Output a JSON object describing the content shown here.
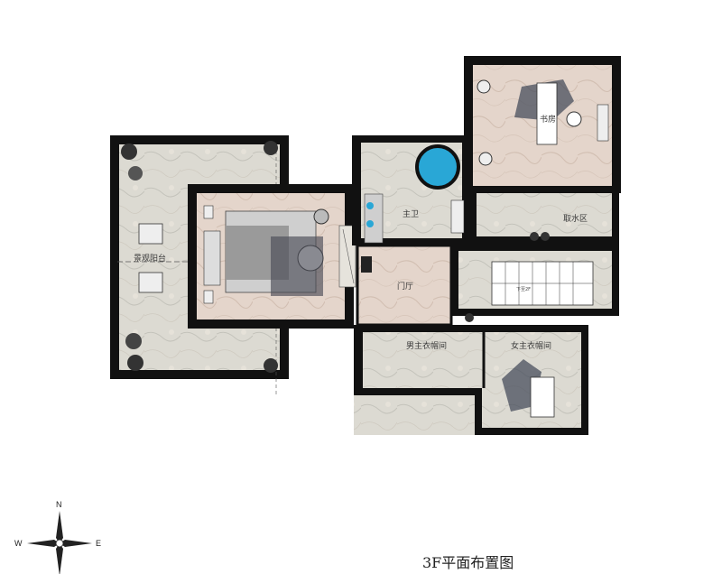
{
  "floor_plan": {
    "title": "3F平面布置图",
    "rooms": {
      "terrace": "景观阳台",
      "study": "书房",
      "master_bath": "主卫",
      "water_area": "取水区",
      "foyer": "门厅",
      "mens_closet": "男主衣帽间",
      "womens_closet": "女主衣帽间",
      "stair_label": "下至2F"
    },
    "colors": {
      "wall": "#111111",
      "marble_light": "#d9d8d0",
      "marble_warm": "#e6d6cc",
      "rug_dark": "#4a4b56",
      "tub_blue": "#29a7d6"
    }
  },
  "compass": {
    "north": "N",
    "west": "W",
    "east": "E"
  }
}
